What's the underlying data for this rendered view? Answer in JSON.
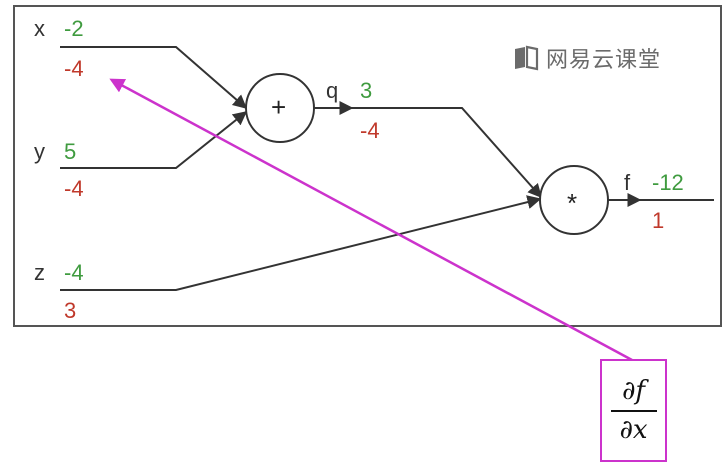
{
  "nodes": {
    "x": {
      "name": "x",
      "value": "-2",
      "grad": "-4"
    },
    "y": {
      "name": "y",
      "value": "5",
      "grad": "-4"
    },
    "z": {
      "name": "z",
      "value": "-4",
      "grad": "3"
    },
    "q": {
      "name": "q",
      "value": "3",
      "grad": "-4"
    },
    "f": {
      "name": "f",
      "value": "-12",
      "grad": "1"
    }
  },
  "ops": {
    "add": "+",
    "mul": "*"
  },
  "watermark": "网易云课堂",
  "derivative": {
    "numerator": "∂f",
    "denominator": "∂x"
  },
  "colors": {
    "forward": "#3f9b3f",
    "backward": "#c0392b",
    "highlight": "#cc33cc",
    "line": "#333333"
  }
}
